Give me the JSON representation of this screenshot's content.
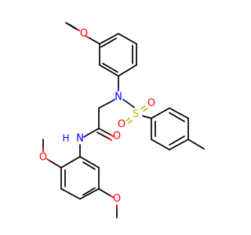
{
  "colors": {
    "carbon": "#000000",
    "oxygen": "#ff0000",
    "nitrogen": "#0000ff",
    "sulfur": "#b8b800"
  },
  "labels": {
    "o_top": "O",
    "n_sulfonamide": "N",
    "s_sulfonyl": "S",
    "o_sulfonyl_left": "O",
    "o_sulfonyl_right": "O",
    "o_carbonyl": "O",
    "nh_amide": "N",
    "h_amide": "H",
    "o_left_methoxy": "O",
    "o_bottom_methoxy": "O"
  }
}
